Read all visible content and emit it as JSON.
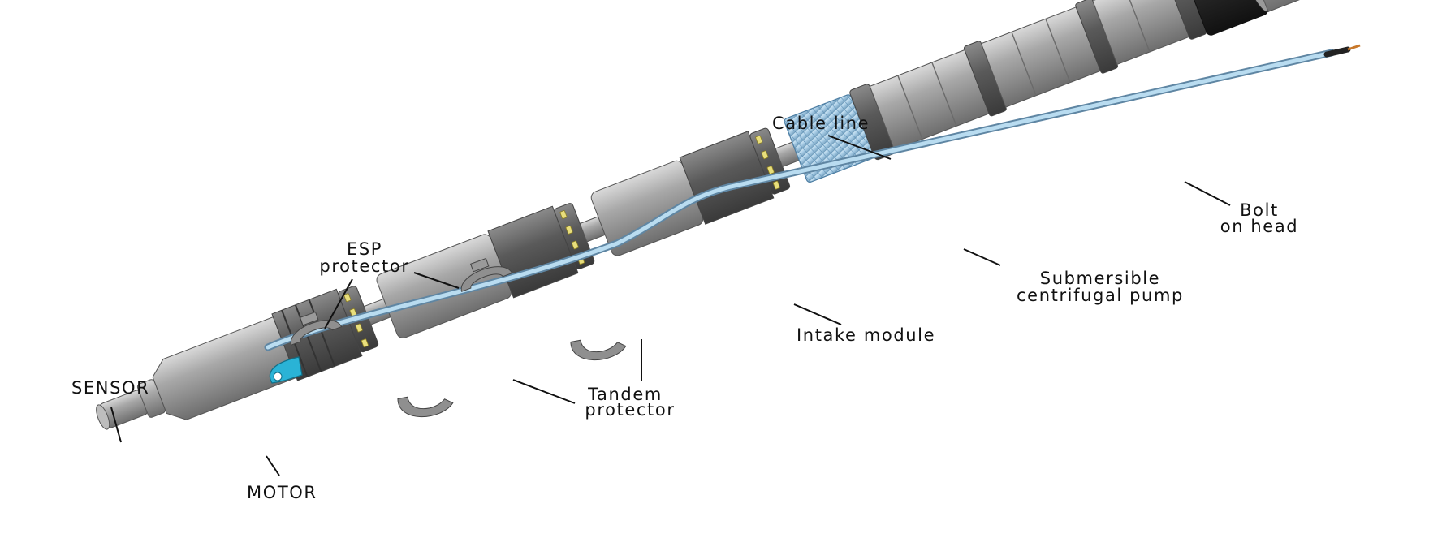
{
  "labels": {
    "cable_line": "Cable line",
    "bolt_on_head_1": "Bolt",
    "bolt_on_head_2": "on head",
    "esp_protector_1": "ESP",
    "esp_protector_2": "protector",
    "submersible_pump_1": "Submersible",
    "submersible_pump_2": "centrifugal pump",
    "intake_module": "Intake module",
    "tandem_protector_1": "Tandem",
    "tandem_protector_2": "protector",
    "sensor": "SENSOR",
    "motor": "MOTOR"
  },
  "colors": {
    "steel": "#9a9a9a",
    "steel_light": "#d2d2d2",
    "steel_dark": "#555555",
    "cable": "#a9d0ea",
    "cable_edge": "#5f86a3",
    "tubing_rim": "#cc0000",
    "bolt_yellow": "#e8de7c",
    "intake_mesh": "#a9cde6",
    "connector": "#2ab3d6"
  }
}
